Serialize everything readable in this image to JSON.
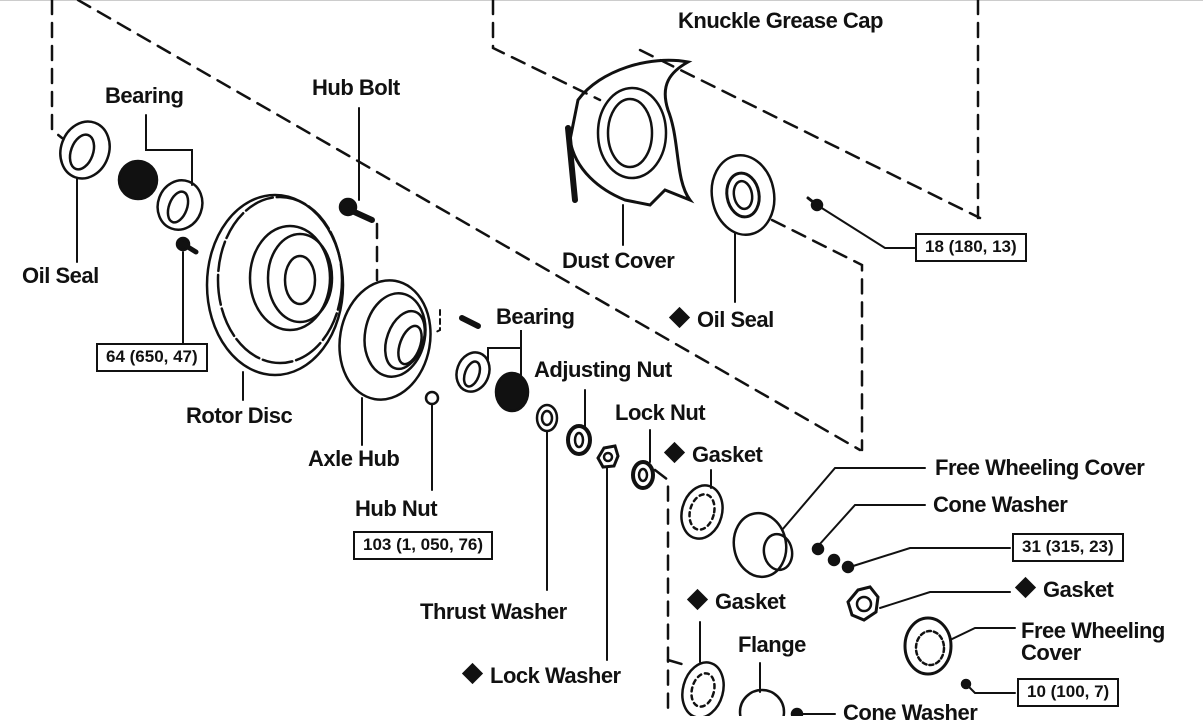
{
  "diagram": {
    "title": "Front Axle Hub Exploded View",
    "colors": {
      "ink": "#111111",
      "background": "#ffffff"
    },
    "labels": {
      "knuckle_grease_cap": "Knuckle Grease Cap",
      "bearing_left": "Bearing",
      "hub_bolt": "Hub Bolt",
      "oil_seal_left": "Oil Seal",
      "dust_cover": "Dust Cover",
      "oil_seal_right": "Oil Seal",
      "rotor_disc": "Rotor Disc",
      "bearing_mid": "Bearing",
      "adjusting_nut": "Adjusting Nut",
      "axle_hub": "Axle Hub",
      "lock_nut": "Lock Nut",
      "gasket_1": "Gasket",
      "hub_nut": "Hub Nut",
      "free_wheeling_cover_1": "Free Wheeling Cover",
      "cone_washer_1": "Cone Washer",
      "thrust_washer": "Thrust Washer",
      "gasket_2": "Gasket",
      "gasket_3": "Gasket",
      "free_wheeling_cover_2a": "Free Wheeling",
      "free_wheeling_cover_2b": "Cover",
      "lock_washer": "Lock Washer",
      "flange": "Flange",
      "cone_washer_2": "Cone Washer"
    },
    "non_reusable_marker": "diamond",
    "torque_specs": {
      "hub_bolt_nut": "64 (650, 47)",
      "hub_nut": "103 (1, 050, 76)",
      "dust_cover_bolt": "18 (180, 13)",
      "cone_washer_nut": "31 (315, 23)",
      "cover_bolt": "10 (100, 7)"
    }
  }
}
